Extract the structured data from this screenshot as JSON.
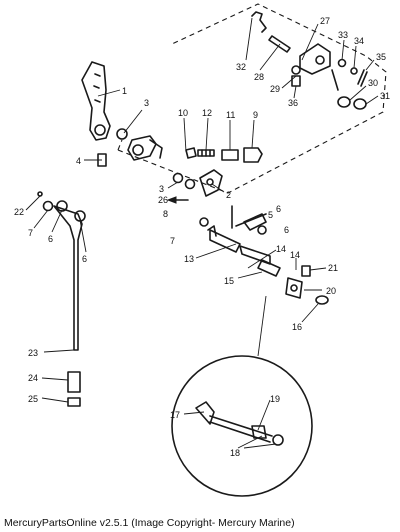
{
  "caption": "MercuryPartsOnline v2.5.1 (Image Copyright- Mercury Marine)",
  "callouts": [
    {
      "id": "1",
      "label": "1"
    },
    {
      "id": "2",
      "label": "2"
    },
    {
      "id": "3a",
      "label": "3"
    },
    {
      "id": "3b",
      "label": "3"
    },
    {
      "id": "4",
      "label": "4"
    },
    {
      "id": "5",
      "label": "5"
    },
    {
      "id": "6a",
      "label": "6"
    },
    {
      "id": "6b",
      "label": "6"
    },
    {
      "id": "6c",
      "label": "6"
    },
    {
      "id": "6d",
      "label": "6"
    },
    {
      "id": "7a",
      "label": "7"
    },
    {
      "id": "7b",
      "label": "7"
    },
    {
      "id": "8",
      "label": "8"
    },
    {
      "id": "9",
      "label": "9"
    },
    {
      "id": "10",
      "label": "10"
    },
    {
      "id": "11",
      "label": "11"
    },
    {
      "id": "12",
      "label": "12"
    },
    {
      "id": "13",
      "label": "13"
    },
    {
      "id": "14a",
      "label": "14"
    },
    {
      "id": "14b",
      "label": "14"
    },
    {
      "id": "15",
      "label": "15"
    },
    {
      "id": "16",
      "label": "16"
    },
    {
      "id": "17",
      "label": "17"
    },
    {
      "id": "18",
      "label": "18"
    },
    {
      "id": "19",
      "label": "19"
    },
    {
      "id": "20",
      "label": "20"
    },
    {
      "id": "21",
      "label": "21"
    },
    {
      "id": "22",
      "label": "22"
    },
    {
      "id": "23",
      "label": "23"
    },
    {
      "id": "24",
      "label": "24"
    },
    {
      "id": "25",
      "label": "25"
    },
    {
      "id": "26",
      "label": "26"
    },
    {
      "id": "27",
      "label": "27"
    },
    {
      "id": "28",
      "label": "28"
    },
    {
      "id": "29",
      "label": "29"
    },
    {
      "id": "30",
      "label": "30"
    },
    {
      "id": "31",
      "label": "31"
    },
    {
      "id": "32",
      "label": "32"
    },
    {
      "id": "33",
      "label": "33"
    },
    {
      "id": "34",
      "label": "34"
    },
    {
      "id": "35",
      "label": "35"
    },
    {
      "id": "36",
      "label": "36"
    }
  ]
}
